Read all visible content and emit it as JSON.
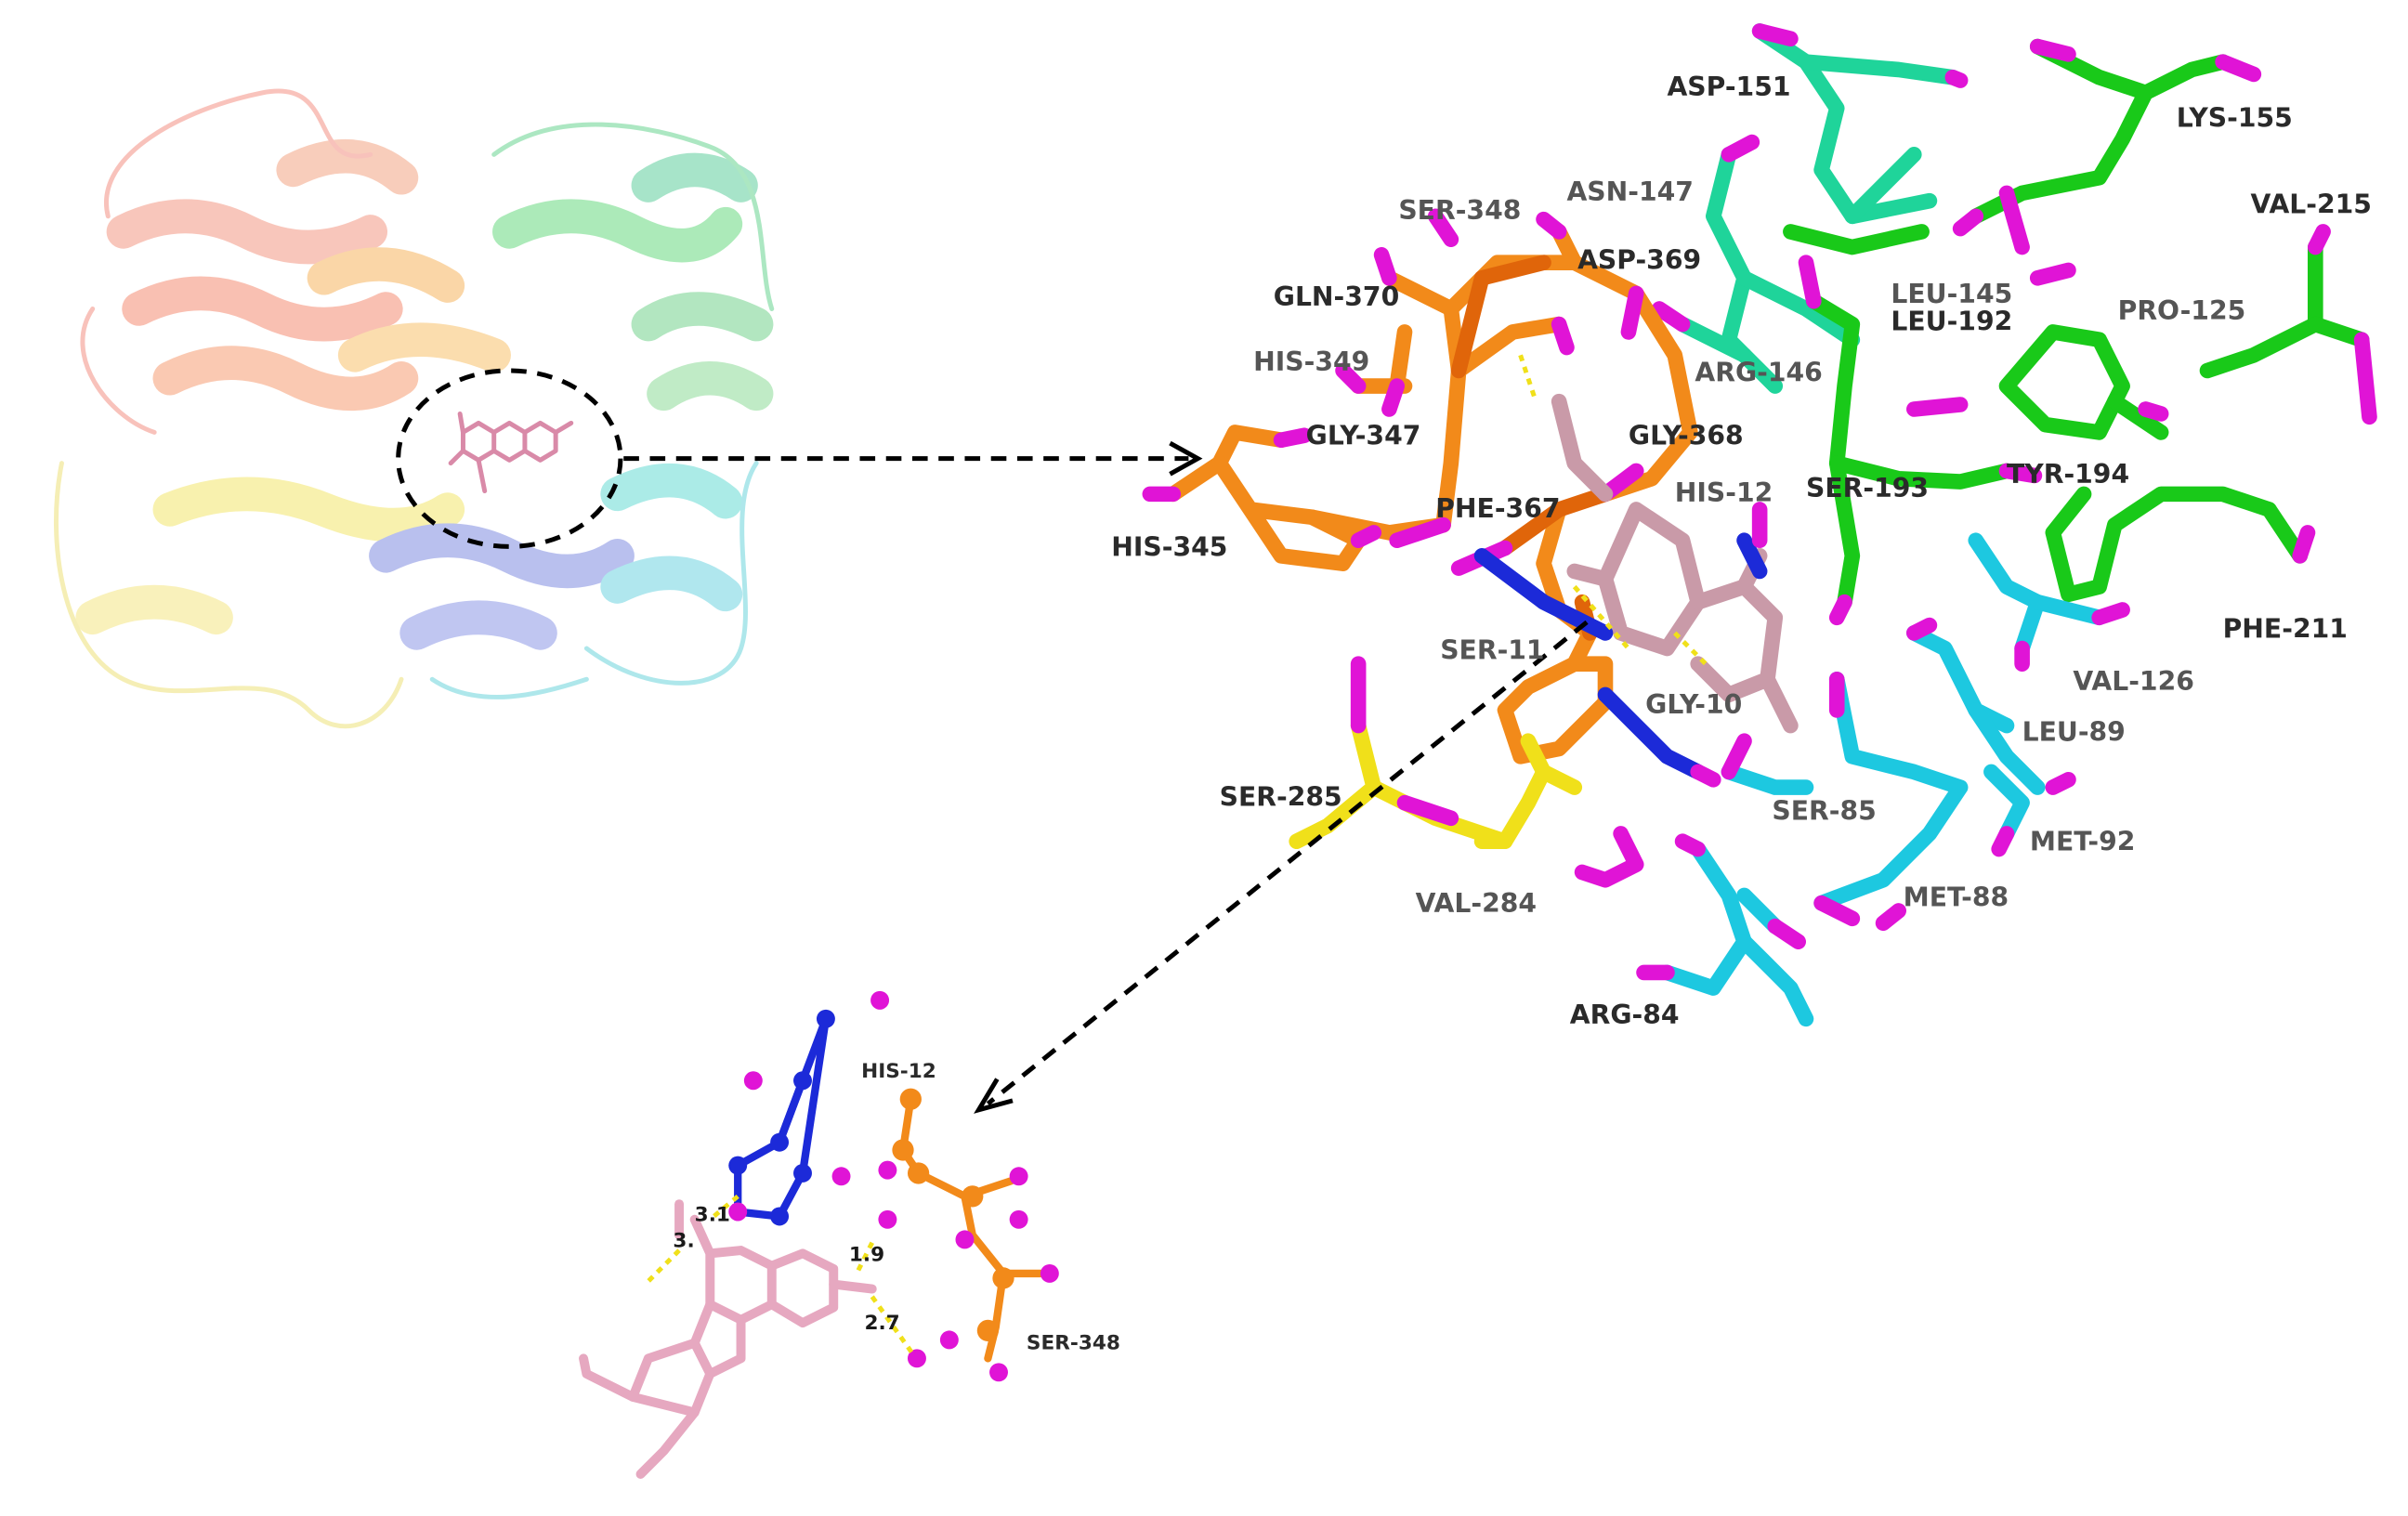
{
  "colors": {
    "orange": "#f28a1a",
    "dark_orange": "#e0650a",
    "green": "#19c919",
    "teal": "#1fd49a",
    "cyan": "#1dc8e0",
    "magenta": "#e014d6",
    "yellow": "#f0e01a",
    "blue": "#1c2ad8",
    "pink": "#e6a8c0",
    "ligand_dark": "#b98a99",
    "hbond": "#f0e01a"
  },
  "overview": {
    "description_icons": [
      "protein-cartoon",
      "ligand-highlight-ellipse"
    ]
  },
  "binding_site_labels": [
    {
      "id": "asp-151",
      "text": "ASP-151",
      "tone": "dark"
    },
    {
      "id": "lys-155",
      "text": "LYS-155",
      "tone": "dark"
    },
    {
      "id": "val-215",
      "text": "VAL-215",
      "tone": "dark"
    },
    {
      "id": "ser-348",
      "text": "SER-348",
      "tone": "grey"
    },
    {
      "id": "asn-147",
      "text": "ASN-147",
      "tone": "grey"
    },
    {
      "id": "asp-369",
      "text": "ASP-369",
      "tone": "dark"
    },
    {
      "id": "gln-370",
      "text": "GLN-370",
      "tone": "dark"
    },
    {
      "id": "leu-145",
      "text": "LEU-145",
      "tone": "grey"
    },
    {
      "id": "leu-192",
      "text": "LEU-192",
      "tone": "dark"
    },
    {
      "id": "pro-125",
      "text": "PRO-125",
      "tone": "grey"
    },
    {
      "id": "his-349",
      "text": "HIS-349",
      "tone": "grey"
    },
    {
      "id": "arg-146",
      "text": "ARG-146",
      "tone": "grey"
    },
    {
      "id": "gly-347",
      "text": "GLY-347",
      "tone": "dark"
    },
    {
      "id": "gly-368",
      "text": "GLY-368",
      "tone": "dark"
    },
    {
      "id": "tyr-194",
      "text": "TYR-194",
      "tone": "dark"
    },
    {
      "id": "his-12",
      "text": "HIS-12",
      "tone": "grey"
    },
    {
      "id": "ser-193",
      "text": "SER-193",
      "tone": "dark"
    },
    {
      "id": "phe-367",
      "text": "PHE-367",
      "tone": "dark"
    },
    {
      "id": "his-345",
      "text": "HIS-345",
      "tone": "dark"
    },
    {
      "id": "phe-211",
      "text": "PHE-211",
      "tone": "dark"
    },
    {
      "id": "ser-11",
      "text": "SER-11",
      "tone": "grey"
    },
    {
      "id": "val-126",
      "text": "VAL-126",
      "tone": "grey"
    },
    {
      "id": "gly-10",
      "text": "GLY-10",
      "tone": "grey"
    },
    {
      "id": "leu-89",
      "text": "LEU-89",
      "tone": "grey"
    },
    {
      "id": "ser-285",
      "text": "SER-285",
      "tone": "dark"
    },
    {
      "id": "ser-85",
      "text": "SER-85",
      "tone": "grey"
    },
    {
      "id": "met-92",
      "text": "MET-92",
      "tone": "grey"
    },
    {
      "id": "met-88",
      "text": "MET-88",
      "tone": "grey"
    },
    {
      "id": "val-284",
      "text": "VAL-284",
      "tone": "grey"
    },
    {
      "id": "arg-84",
      "text": "ARG-84",
      "tone": "dark"
    }
  ],
  "closeup_labels": [
    {
      "id": "his-12",
      "text": "HIS-12"
    },
    {
      "id": "ser-348",
      "text": "SER-348"
    }
  ],
  "hbond_distances": [
    {
      "id": "d-3-1",
      "text": "3.1"
    },
    {
      "id": "d-3",
      "text": "3."
    },
    {
      "id": "d-1-9",
      "text": "1.9"
    },
    {
      "id": "d-2-7",
      "text": "2.7"
    }
  ]
}
